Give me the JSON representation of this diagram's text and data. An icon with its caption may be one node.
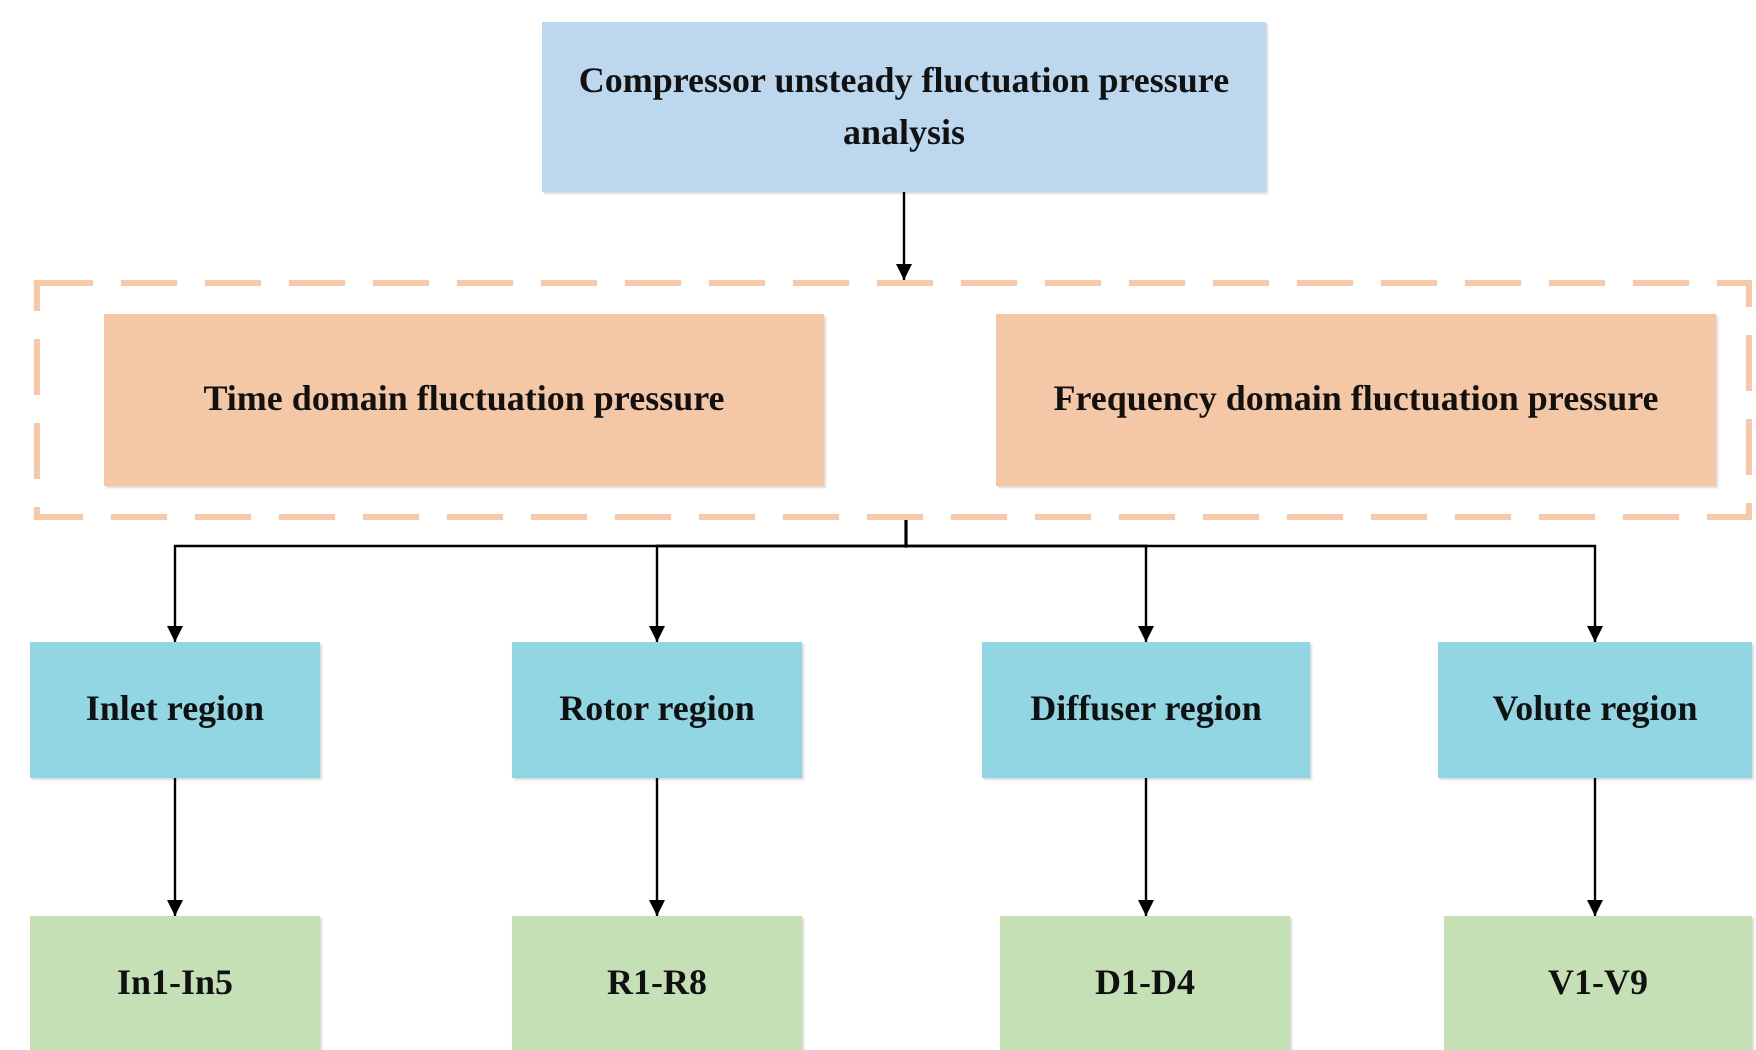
{
  "diagram": {
    "nodes": [
      {
        "text": [
          "Compressor unsteady fluctuation pressure analysis"
        ]
      },
      {
        "text": [],
        "shape": "box"
      },
      {
        "text": [
          "Time domain fluctuation pressure"
        ],
        "in": 1
      },
      {
        "text": [
          "Frequency domain fluctuation pressure"
        ],
        "in": 1
      },
      {
        "text": [
          "Inlet region"
        ]
      },
      {
        "text": [
          "Rotor region"
        ]
      },
      {
        "text": [
          "Diffuser region"
        ]
      },
      {
        "text": [
          "Volute region"
        ]
      },
      {
        "text": [
          "In1-In5"
        ]
      },
      {
        "text": [
          "R1-R8"
        ]
      },
      {
        "text": [
          "D1-D4"
        ]
      },
      {
        "text": [
          "V1-V9"
        ]
      }
    ],
    "edges": [
      {
        "from": 0,
        "to": 1,
        "arrow": "to"
      },
      {
        "from": 1,
        "to": 4,
        "arrow": "to"
      },
      {
        "from": 1,
        "to": 5,
        "arrow": "to"
      },
      {
        "from": 1,
        "to": 6,
        "arrow": "to"
      },
      {
        "from": 1,
        "to": 7,
        "arrow": "to"
      },
      {
        "from": 4,
        "to": 8,
        "arrow": "to"
      },
      {
        "from": 5,
        "to": 9,
        "arrow": "to"
      },
      {
        "from": 6,
        "to": 10,
        "arrow": "to"
      },
      {
        "from": 7,
        "to": 11,
        "arrow": "to"
      }
    ]
  }
}
